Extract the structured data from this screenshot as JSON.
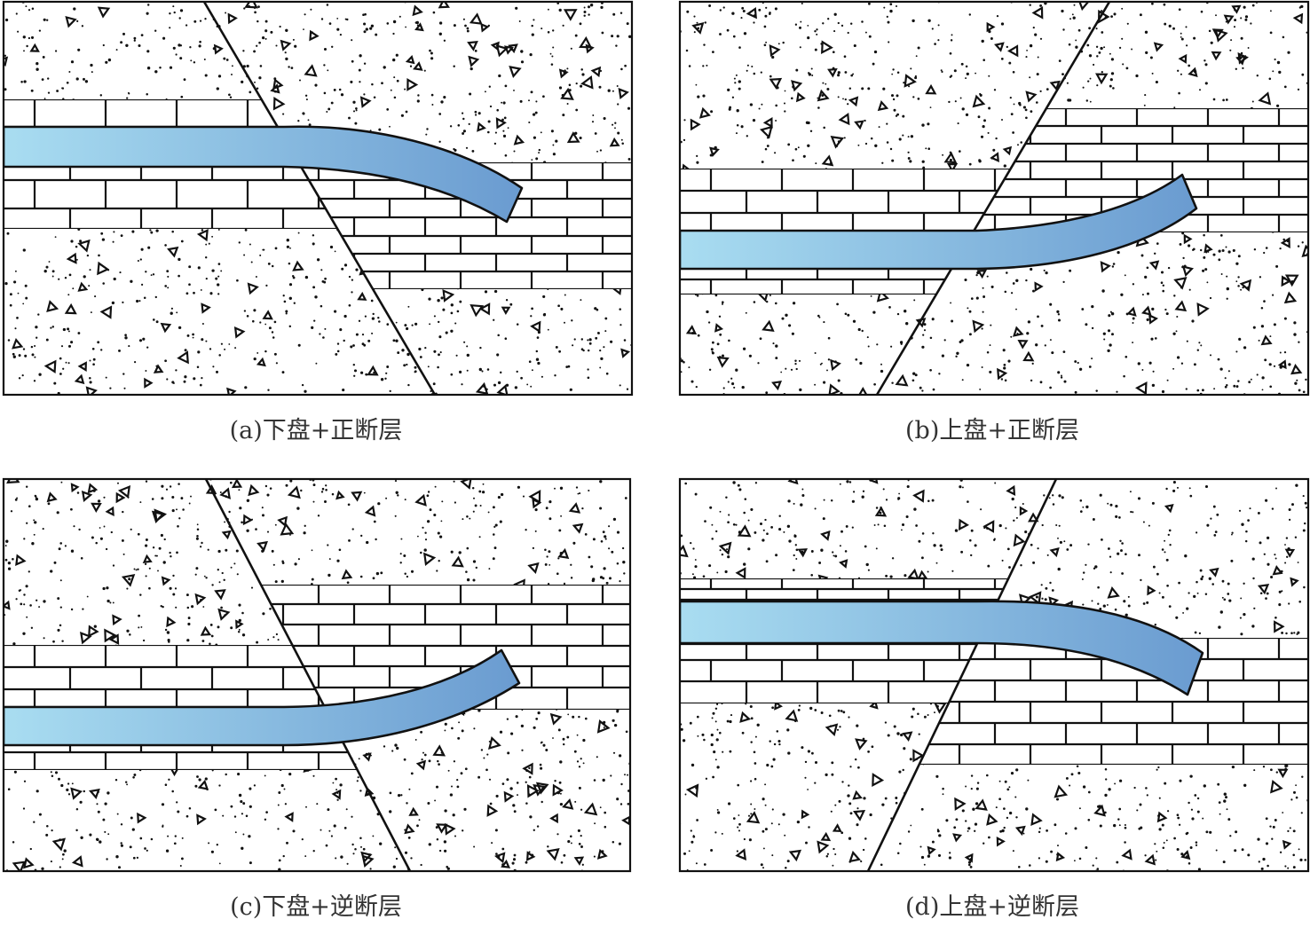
{
  "panels": [
    {
      "caption": "(a)下盘+正断层"
    },
    {
      "caption": "(b)上盘+正断层"
    },
    {
      "caption": "(c)下盘+逆断层"
    },
    {
      "caption": "(d)上盘+逆断层"
    }
  ],
  "colors": {
    "outline": "#111111",
    "pipe_light": "#a9ddf1",
    "pipe_dark": "#6a9bd0",
    "background": "#ffffff"
  }
}
